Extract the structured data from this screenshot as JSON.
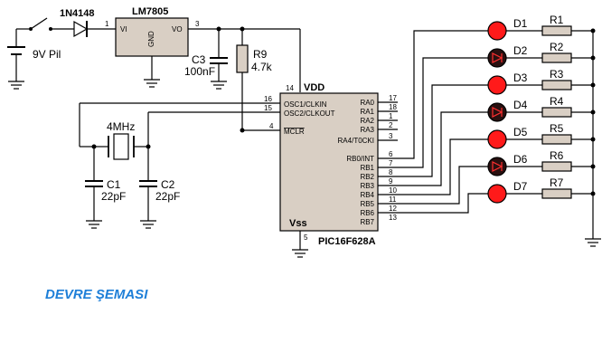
{
  "supply": {
    "label": "9V Pil"
  },
  "diode": {
    "label": "1N4148"
  },
  "regulator": {
    "label": "LM7805",
    "pin_in_num": "1",
    "pin_in": "VI",
    "pin_out": "VO",
    "pin_out_num": "3",
    "pin_gnd": "GND"
  },
  "c3": {
    "name": "C3",
    "value": "100nF"
  },
  "r9": {
    "name": "R9",
    "value": "4.7k"
  },
  "crystal": {
    "label": "4MHz"
  },
  "c1": {
    "name": "C1",
    "value": "22pF"
  },
  "c2": {
    "name": "C2",
    "value": "22pF"
  },
  "mcu": {
    "name": "PIC16F628A",
    "vdd_num": "14",
    "vdd": "VDD",
    "vss_num": "5",
    "vss": "Vss",
    "left_pins": [
      {
        "num": "16",
        "label": "OSC1/CLKIN"
      },
      {
        "num": "15",
        "label": "OSC2/CLKOUT"
      },
      {
        "num": "4",
        "label": "MCLR"
      }
    ],
    "right_pins": [
      {
        "num": "17",
        "label": "RA0"
      },
      {
        "num": "18",
        "label": "RA1"
      },
      {
        "num": "1",
        "label": "RA2"
      },
      {
        "num": "2",
        "label": "RA3"
      },
      {
        "num": "3",
        "label": "RA4/T0CKI"
      },
      {
        "num": "6",
        "label": "RB0/INT"
      },
      {
        "num": "7",
        "label": "RB1"
      },
      {
        "num": "8",
        "label": "RB2"
      },
      {
        "num": "9",
        "label": "RB3"
      },
      {
        "num": "10",
        "label": "RB4"
      },
      {
        "num": "11",
        "label": "RB5"
      },
      {
        "num": "12",
        "label": "RB6"
      },
      {
        "num": "13",
        "label": "RB7"
      }
    ]
  },
  "leds": [
    {
      "name": "D1",
      "state": "on"
    },
    {
      "name": "D2",
      "state": "off"
    },
    {
      "name": "D3",
      "state": "on"
    },
    {
      "name": "D4",
      "state": "off"
    },
    {
      "name": "D5",
      "state": "on"
    },
    {
      "name": "D6",
      "state": "off"
    },
    {
      "name": "D7",
      "state": "on"
    }
  ],
  "resistors": [
    "R1",
    "R2",
    "R3",
    "R4",
    "R5",
    "R6",
    "R7"
  ],
  "colors": {
    "led_on": "#ff1a1a",
    "led_off": "#2a1010",
    "chip_fill": "#d9cfc4",
    "caption": "#1e7fd8"
  },
  "caption": "DEVRE ŞEMASI"
}
